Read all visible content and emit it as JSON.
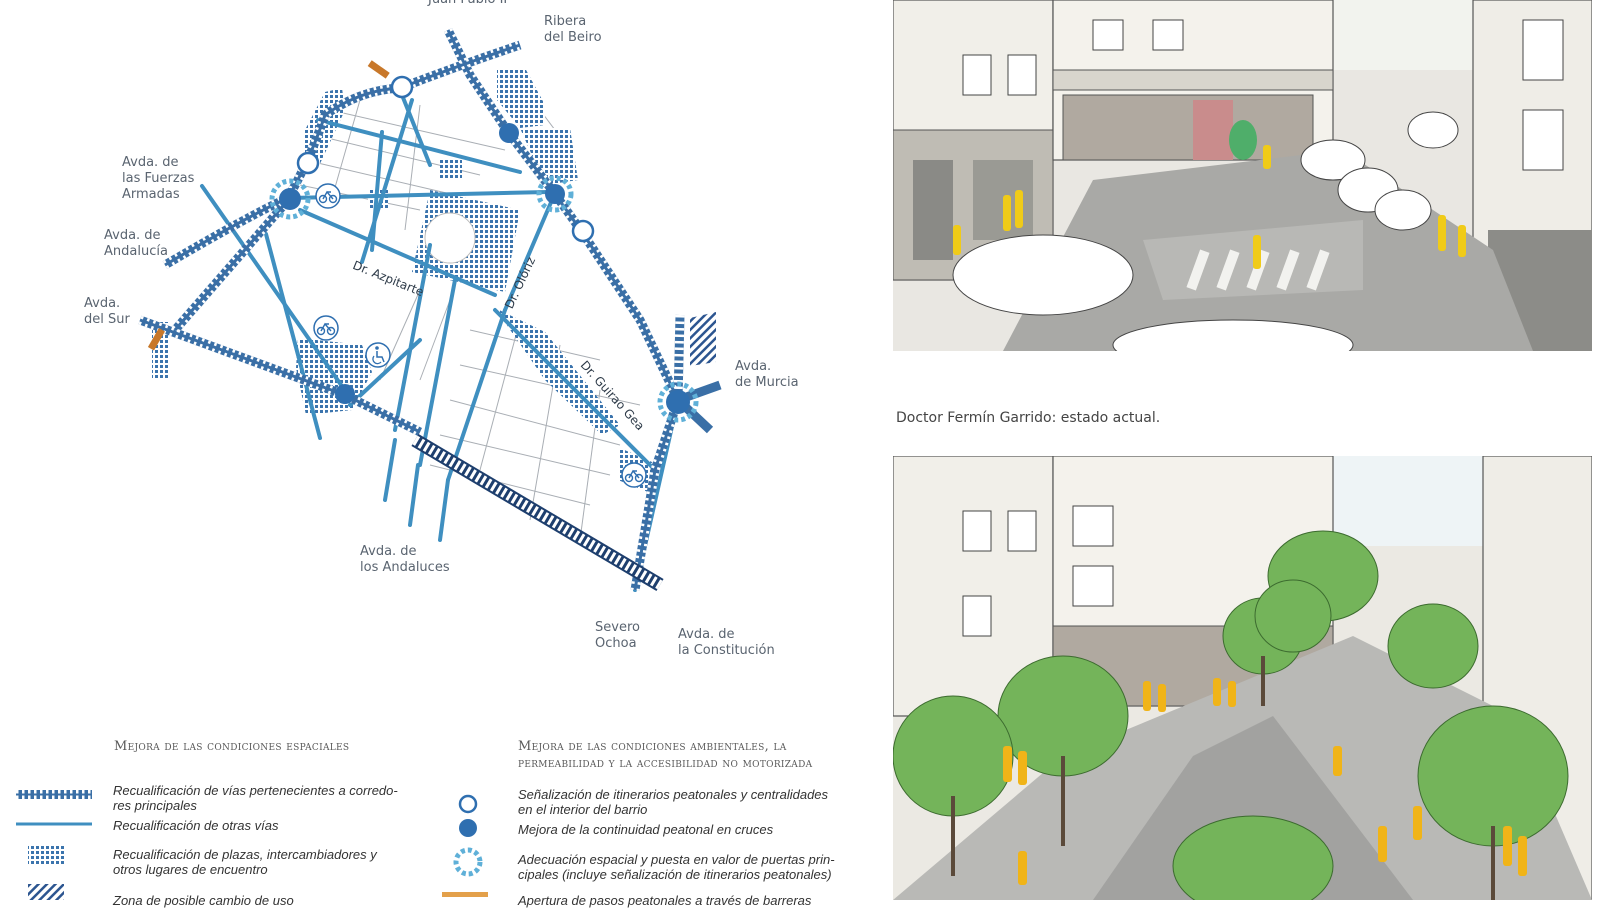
{
  "map": {
    "labels": {
      "top_cut": "Juan Pablo II",
      "ribera": "Ribera\ndel Beiro",
      "fuerzas": "Avda. de\nlas Fuerzas\nArmadas",
      "andalucia": "Avda. de\nAndalucía",
      "sur": "Avda.\ndel Sur",
      "murcia": "Avda.\nde Murcia",
      "andaluces": "Avda. de\nlos Andaluces",
      "severo": "Severo\nOchoa",
      "constitucion": "Avda. de\nla Constitución"
    },
    "streets": {
      "azpitarte": "Dr. Azpitarte",
      "oloriz": "Dr. Olóriz",
      "guirao": "Dr. Guirao Gea"
    },
    "colors": {
      "road": "#3f8fc0",
      "corridor": "#3a6fa6",
      "node": "#2f6fb0",
      "rail": "#1e3f6e",
      "accent": "#c8782a"
    }
  },
  "legend": {
    "left_heading": "Mejora de las condiciones espaciales",
    "right_heading": "Mejora de las condiciones ambientales, la permeabilidad y la accesibilidad no motorizada",
    "left_items": [
      {
        "icon": "dashed-corridor-icon",
        "text": "Recualificación de vías pertenecientes a corredo-\nres principales"
      },
      {
        "icon": "line-road-icon",
        "text": "Recualificación de otras vías"
      },
      {
        "icon": "hatched-square-icon",
        "text": "Recualificación de plazas, intercambiadores y\notros lugares de encuentro"
      },
      {
        "icon": "diagonal-hatch-icon",
        "text": "Zona de posible cambio de uso"
      }
    ],
    "right_items": [
      {
        "icon": "open-circle-icon",
        "text": "Señalización de itinerarios peatonales y centralidades\nen el interior del barrio"
      },
      {
        "icon": "filled-circle-icon",
        "text": "Mejora de la continuidad peatonal en cruces"
      },
      {
        "icon": "dotted-ring-icon",
        "text": "Adecuación espacial y puesta en valor de puertas prin-\ncipales (incluye señalización de itinerarios peatonales)"
      },
      {
        "icon": "orange-bar-icon",
        "text": "Apertura de pasos peatonales a través de barreras"
      }
    ]
  },
  "photos": {
    "top_caption": "Doctor Fermín Garrido: estado actual.",
    "top_alt": "street-current-state-sketch",
    "bottom_alt": "street-proposal-sketch"
  }
}
